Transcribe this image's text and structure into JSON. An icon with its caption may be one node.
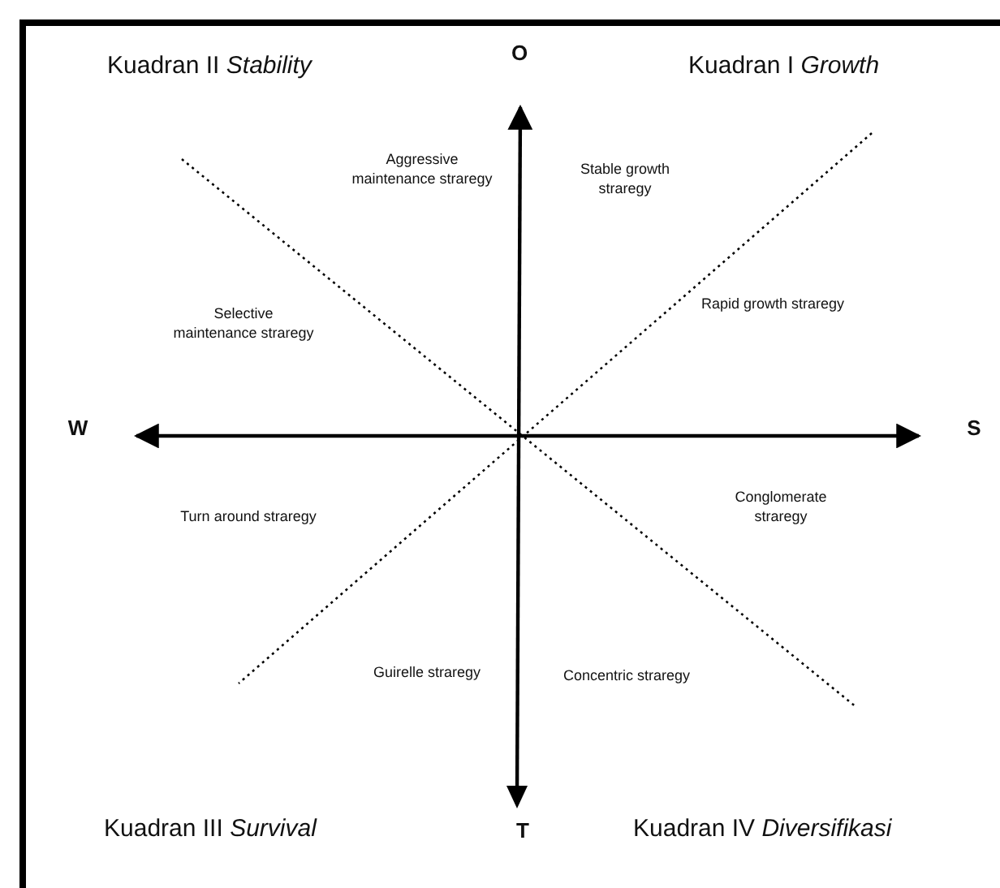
{
  "diagram": {
    "labels": [
      "Kuadran II *Stability*",
      "O",
      "Kuadran I *Growth*",
      "Aggressive maintenance straregy",
      "Stable growth straregy",
      "Selective maintenance straregy",
      "Rapid growth straregy",
      "W",
      "S",
      "Turn around straregy",
      "Conglomerate straregy",
      "Guirelle straregy",
      "Concentric straregy",
      "Kuadran III *Survival*",
      "T",
      "Kuadran IV *Diversifikasi*"
    ]
  }
}
